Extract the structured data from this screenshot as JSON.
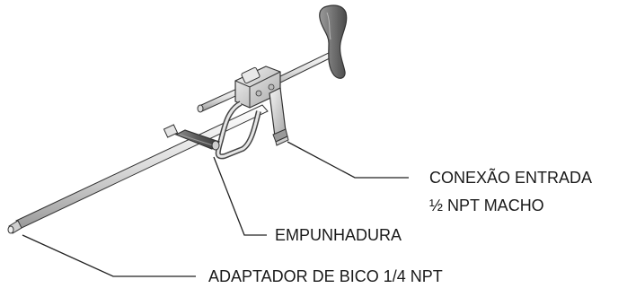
{
  "labels": {
    "inlet_line1": "CONEXÃO ENTRADA",
    "inlet_line2": "½ NPT MACHO",
    "grip": "EMPUNHADURA",
    "nozzle": "ADAPTADOR DE BICO 1/4 NPT"
  },
  "colors": {
    "metal_light": "#f2f2f2",
    "metal_mid": "#c8c8c8",
    "metal_dark": "#7a7a7a",
    "outline": "#333333",
    "leader": "#222222",
    "grip_dark": "#555555"
  },
  "icons": {
    "tool": "spray-lance-illustration"
  }
}
